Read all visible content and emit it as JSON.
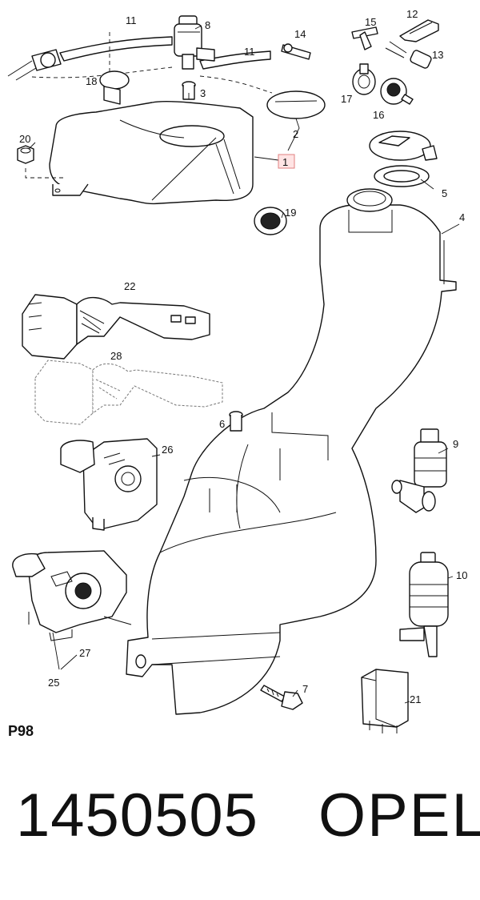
{
  "diagram": {
    "page_label": "P98",
    "highlighted_callout": "1",
    "callouts": {
      "c1": "1",
      "c2": "2",
      "c3": "3",
      "c4": "4",
      "c5": "5",
      "c6": "6",
      "c7": "7",
      "c8": "8",
      "c9": "9",
      "c10": "10",
      "c11a": "11",
      "c11b": "11",
      "c12": "12",
      "c13": "13",
      "c14": "14",
      "c15": "15",
      "c16": "16",
      "c17": "17",
      "c18": "18",
      "c19": "19",
      "c20": "20",
      "c21": "21",
      "c22": "22",
      "c25": "25",
      "c26": "26",
      "c27": "27",
      "c28": "28"
    }
  },
  "footer": {
    "part_number": "1450505",
    "brand": "OPEL"
  }
}
